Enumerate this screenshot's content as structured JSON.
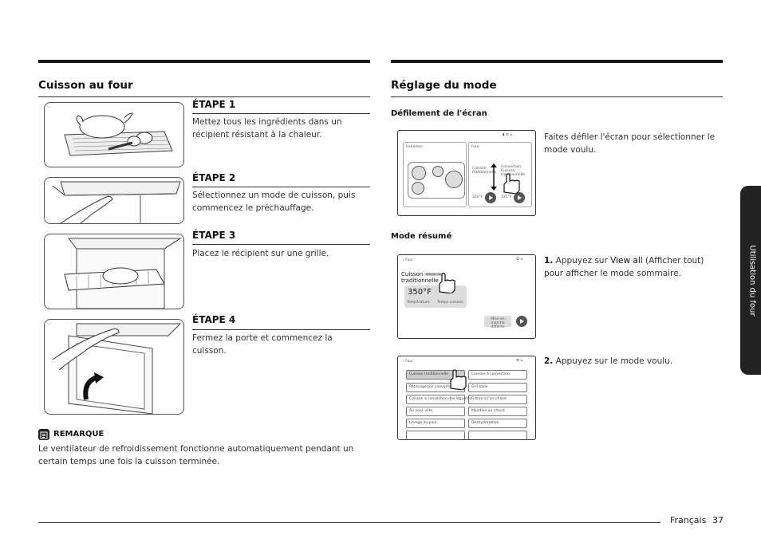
{
  "left": {
    "title": "Cuisson au four",
    "steps": [
      {
        "label": "ÉTAPE 1",
        "text": "Mettez tous les ingrédients dans un récipient résistant à la chaleur."
      },
      {
        "label": "ÉTAPE 2",
        "text": "Sélectionnez un mode de cuisson, puis commencez le préchauffage."
      },
      {
        "label": "ÉTAPE 3",
        "text": "Placez le récipient sur une grille."
      },
      {
        "label": "ÉTAPE 4",
        "text": "Fermez la porte et commencez la cuisson."
      }
    ],
    "note": {
      "label": "REMARQUE",
      "text": "Le ventilateur de refroidissement fonctionne automatiquement pendant un certain temps une fois la cuisson terminée."
    }
  },
  "right": {
    "title": "Réglage du mode",
    "scroll": {
      "subtitle": "Défilement de l'écran",
      "text": "Faites défiler l'écran pour sélectionner le mode voulu.",
      "screen": {
        "induction": "Induction",
        "four": "Four",
        "cuisson": "Cuisson traditionnelle",
        "convection": "Convection Cuisson traditionnelle",
        "temp1": "350°F",
        "temp2": "325°F"
      }
    },
    "summary": {
      "subtitle": "Mode résumé",
      "step1_num": "1.",
      "step1_pre": "Appuyez sur ",
      "step1_link": "View all",
      "step1_post": " (Afficher tout) pour afficher le mode sommaire.",
      "screen": {
        "four": "Four",
        "mode": "Cuisson traditionnelle",
        "badge": "Afficher tout",
        "temp": "350°F",
        "temp_label": "Température",
        "time_label": "Temps cuisson",
        "start": "Mise en marche différée"
      }
    },
    "select": {
      "step2_num": "2.",
      "step2_text": "Appuyez sur le mode voulu.",
      "screen": {
        "four": "Four",
        "items_left": [
          "Cuisson traditionnelle",
          "Rôtissage par convection",
          "Cuisson à convection des légumes",
          "Air sous vide",
          "Levage du pain"
        ],
        "items_right": [
          "Cuisson à convection",
          "Gril bade",
          "Friture à l'air chaud",
          "Maintien au chaud",
          "Déshydratation"
        ]
      }
    }
  },
  "side_tab": "Utilisation du four",
  "footer": {
    "lang": "Français",
    "page": "37"
  }
}
